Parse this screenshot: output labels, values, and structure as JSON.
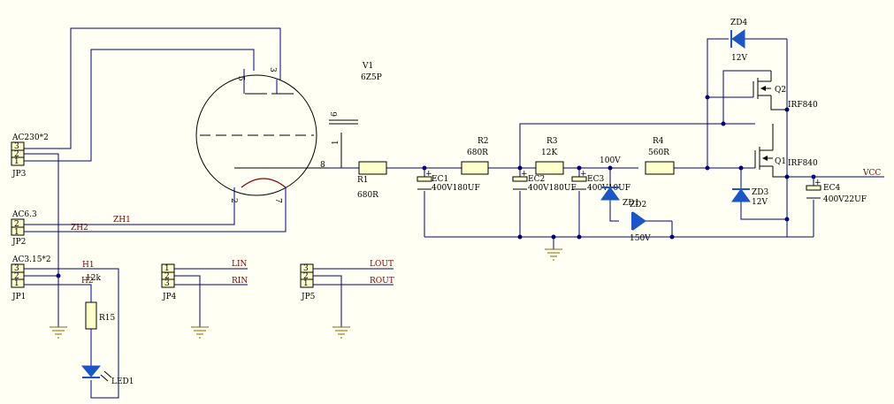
{
  "colors": {
    "background": "#fffff3",
    "wire": "#000080",
    "body_outline": "#000000",
    "net_label": "#7a0000",
    "diode_fill": "#1a56c8",
    "ground": "#8a6a00",
    "connector_fill": "#ffffcc"
  },
  "tube": {
    "designator": "V1",
    "value": "6Z5P",
    "pins": [
      "5",
      "3",
      "6",
      "1",
      "8",
      "2",
      "7"
    ]
  },
  "connectors": {
    "jp3": {
      "designator": "JP3",
      "value": "AC230*2",
      "pins": [
        "3",
        "2",
        "1"
      ]
    },
    "jp2": {
      "designator": "JP2",
      "value": "AC6.3",
      "pins": [
        "2",
        "1"
      ]
    },
    "jp1": {
      "designator": "JP1",
      "value": "AC3.15*2",
      "pins": [
        "3",
        "2",
        "1"
      ]
    },
    "jp4": {
      "designator": "JP4",
      "pins": [
        "1",
        "2",
        "3"
      ]
    },
    "jp5": {
      "designator": "JP5",
      "pins": [
        "3",
        "2",
        "1"
      ]
    }
  },
  "nets": {
    "zh1": "ZH1",
    "zh2": "ZH2",
    "h1": "H1",
    "h2": "H2",
    "lin": "LIN",
    "rin": "RIN",
    "lout": "LOUT",
    "rout": "ROUT",
    "v100": "100V",
    "vcc": "VCC"
  },
  "resistors": {
    "r1": {
      "designator": "R1",
      "value": "680R"
    },
    "r2": {
      "designator": "R2",
      "value": "680R"
    },
    "r3": {
      "designator": "R3",
      "value": "12K"
    },
    "r4": {
      "designator": "R4",
      "value": "560R"
    },
    "r15": {
      "designator": "R15",
      "value": "12k"
    }
  },
  "capacitors": {
    "ec1": {
      "designator": "EC1",
      "value": "400V180UF"
    },
    "ec2": {
      "designator": "EC2",
      "value": "400V180UF"
    },
    "ec3": {
      "designator": "EC3",
      "value": "400V10UF"
    },
    "ec4": {
      "designator": "EC4",
      "value": "400V22UF"
    }
  },
  "diodes": {
    "zd1": {
      "designator": "ZD1"
    },
    "zd2": {
      "designator": "ZD2",
      "value": "150V"
    },
    "zd3": {
      "designator": "ZD3",
      "value": "12V"
    },
    "zd4": {
      "designator": "ZD4",
      "value": "12V"
    },
    "led1": {
      "designator": "LED1"
    }
  },
  "mosfets": {
    "q1": {
      "designator": "Q1",
      "value": "IRF840"
    },
    "q2": {
      "designator": "Q2",
      "value": "IRF840"
    }
  }
}
